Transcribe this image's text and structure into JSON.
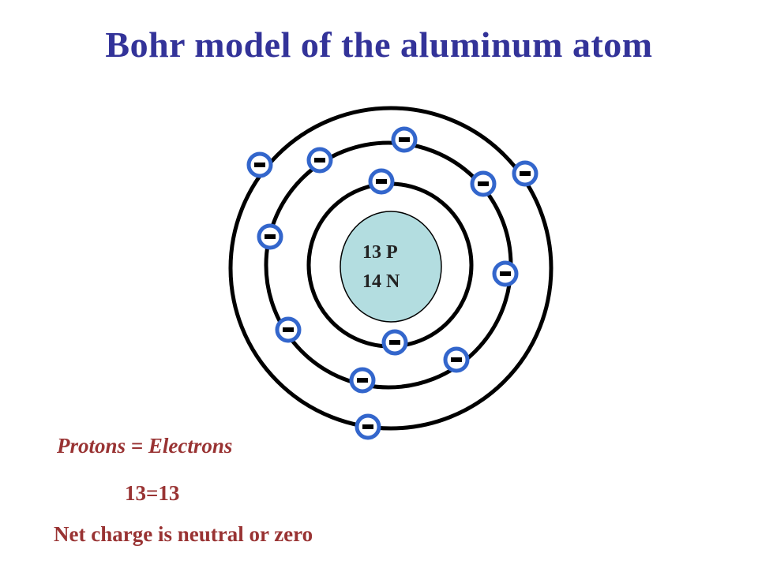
{
  "title": "Bohr model of the aluminum atom",
  "nucleus": {
    "protons_label": "13 P",
    "neutrons_label": "14 N"
  },
  "shells": [
    {
      "name": "shell-1",
      "electrons": 2
    },
    {
      "name": "shell-2",
      "electrons": 8
    },
    {
      "name": "shell-3",
      "electrons": 3
    }
  ],
  "electron_symbol": "-",
  "captions": {
    "equation": "Protons = Electrons",
    "count": "13=13",
    "net_charge": "Net charge is neutral or zero"
  },
  "colors": {
    "title": "#333399",
    "caption": "#993333",
    "nucleus_fill": "#b3dde0",
    "electron_ring": "#3366cc",
    "orbit": "#000000"
  }
}
